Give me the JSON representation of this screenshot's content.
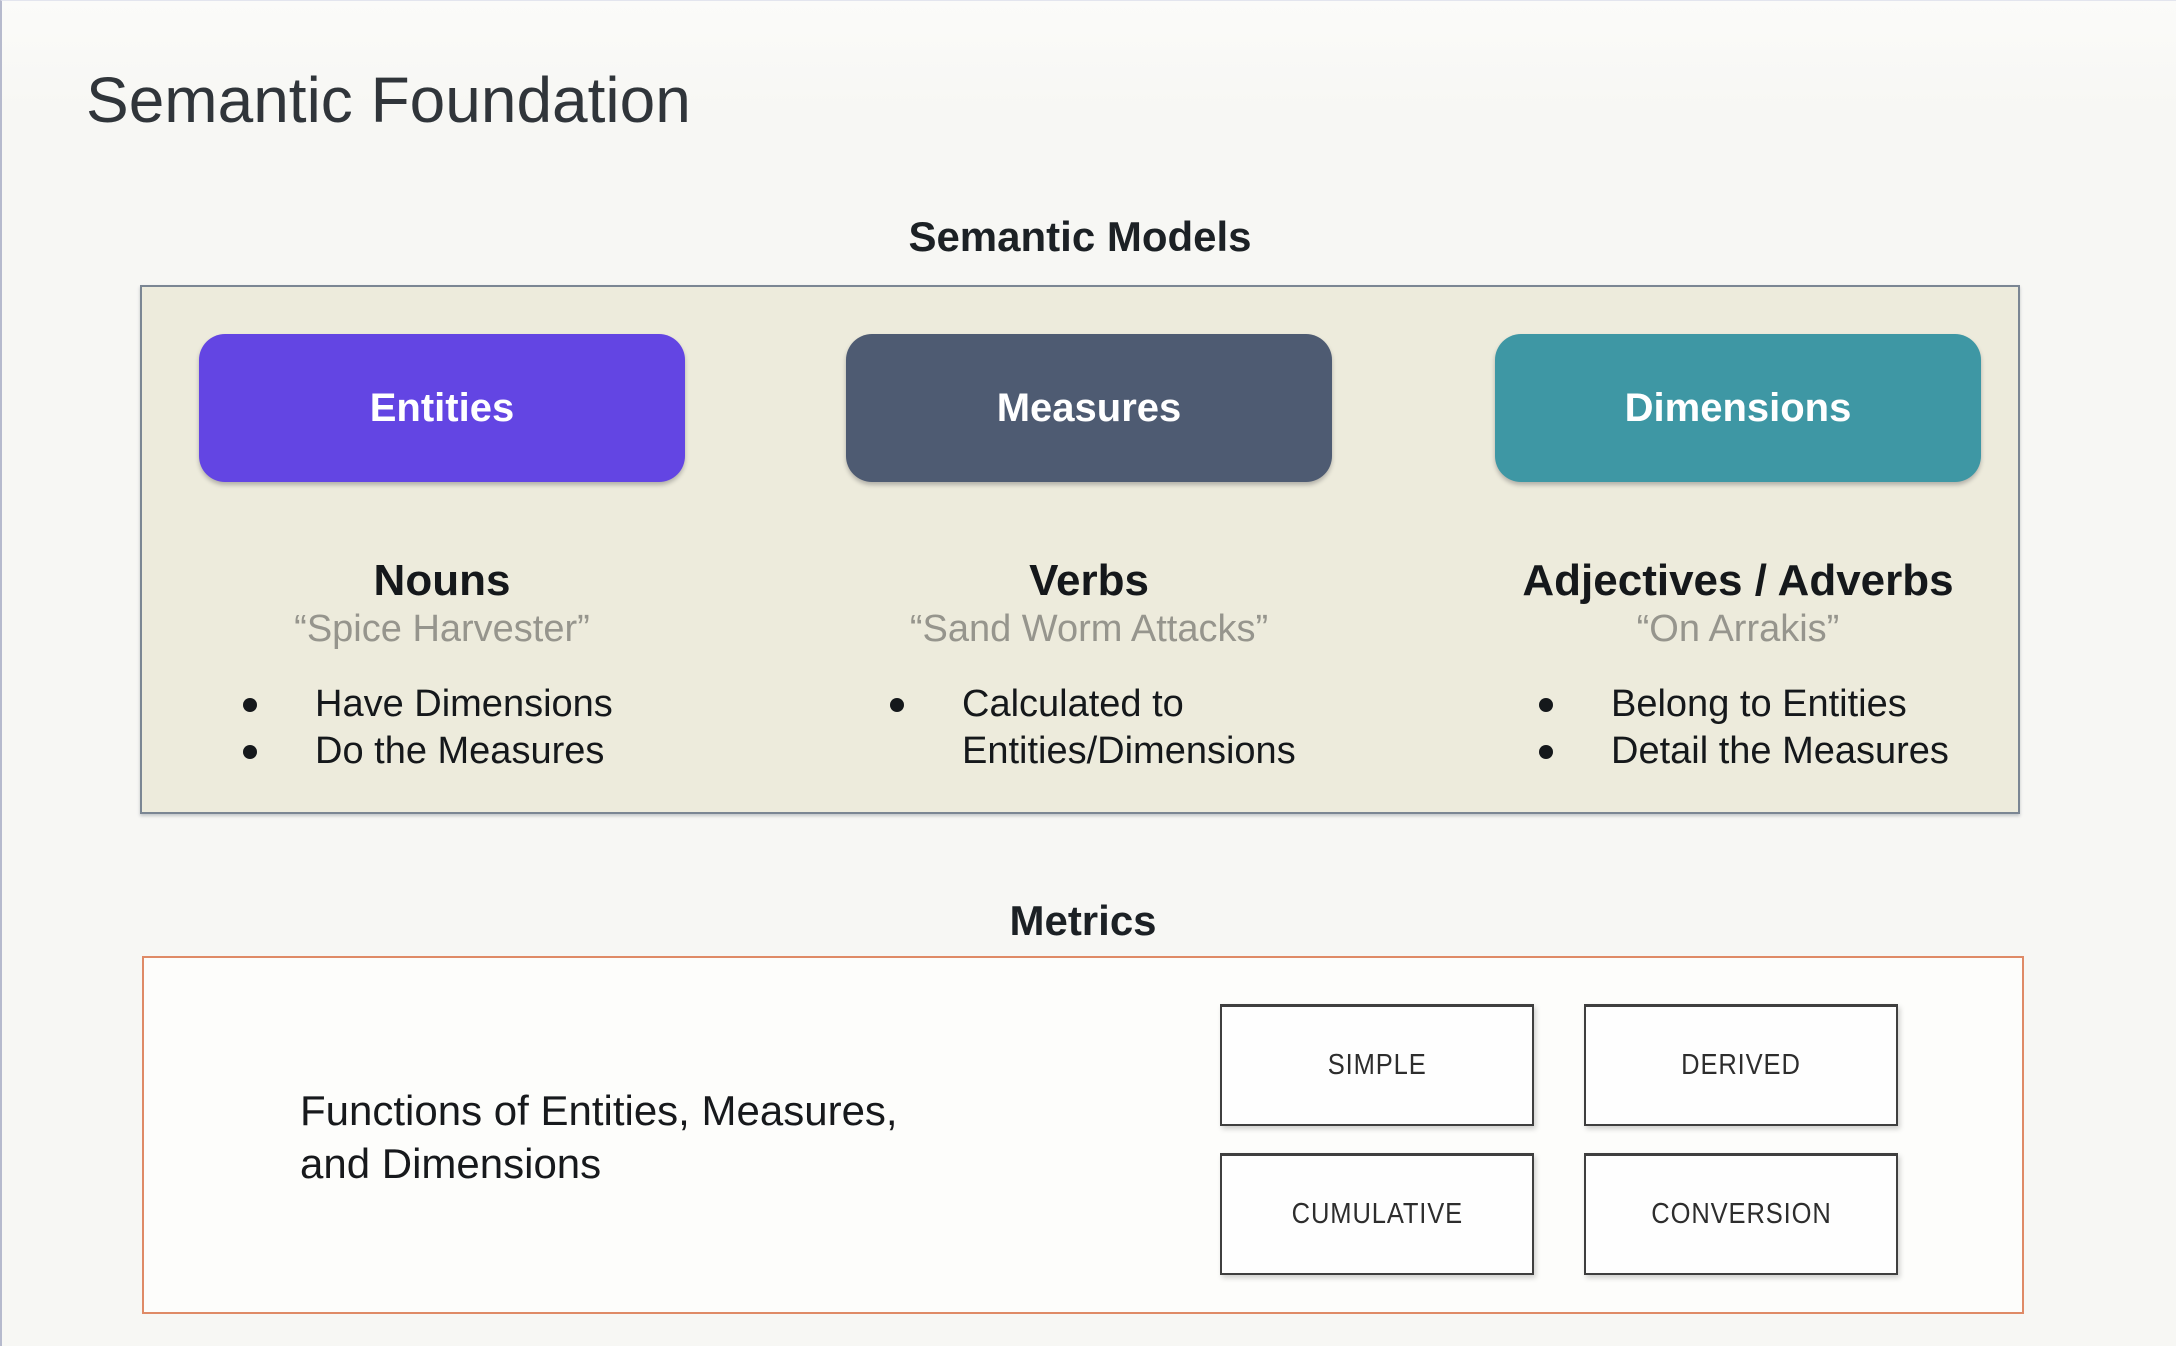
{
  "page": {
    "title": "Semantic Foundation"
  },
  "semantic_models": {
    "label": "Semantic Models",
    "panel_background": "#edebdc",
    "panel_border_color": "#7b8693",
    "columns": [
      {
        "pill": "Entities",
        "pill_color": "#6345e3",
        "heading": "Nouns",
        "quote": "“Spice Harvester”",
        "bullets": [
          "Have Dimensions",
          "Do the Measures"
        ]
      },
      {
        "pill": "Measures",
        "pill_color": "#4e5b72",
        "heading": "Verbs",
        "quote": "“Sand Worm Attacks”",
        "bullets": [
          "Calculated to Entities/Dimensions"
        ]
      },
      {
        "pill": "Dimensions",
        "pill_color": "#3e97a4",
        "heading": "Adjectives / Adverbs",
        "quote": "“On Arrakis”",
        "bullets": [
          "Belong to Entities",
          "Detail the Measures"
        ]
      }
    ]
  },
  "metrics": {
    "label": "Metrics",
    "border_color": "#df8a66",
    "description_line1": "Functions of Entities, Measures,",
    "description_line2": "and Dimensions",
    "types": [
      "SIMPLE",
      "DERIVED",
      "CUMULATIVE",
      "CONVERSION"
    ]
  }
}
